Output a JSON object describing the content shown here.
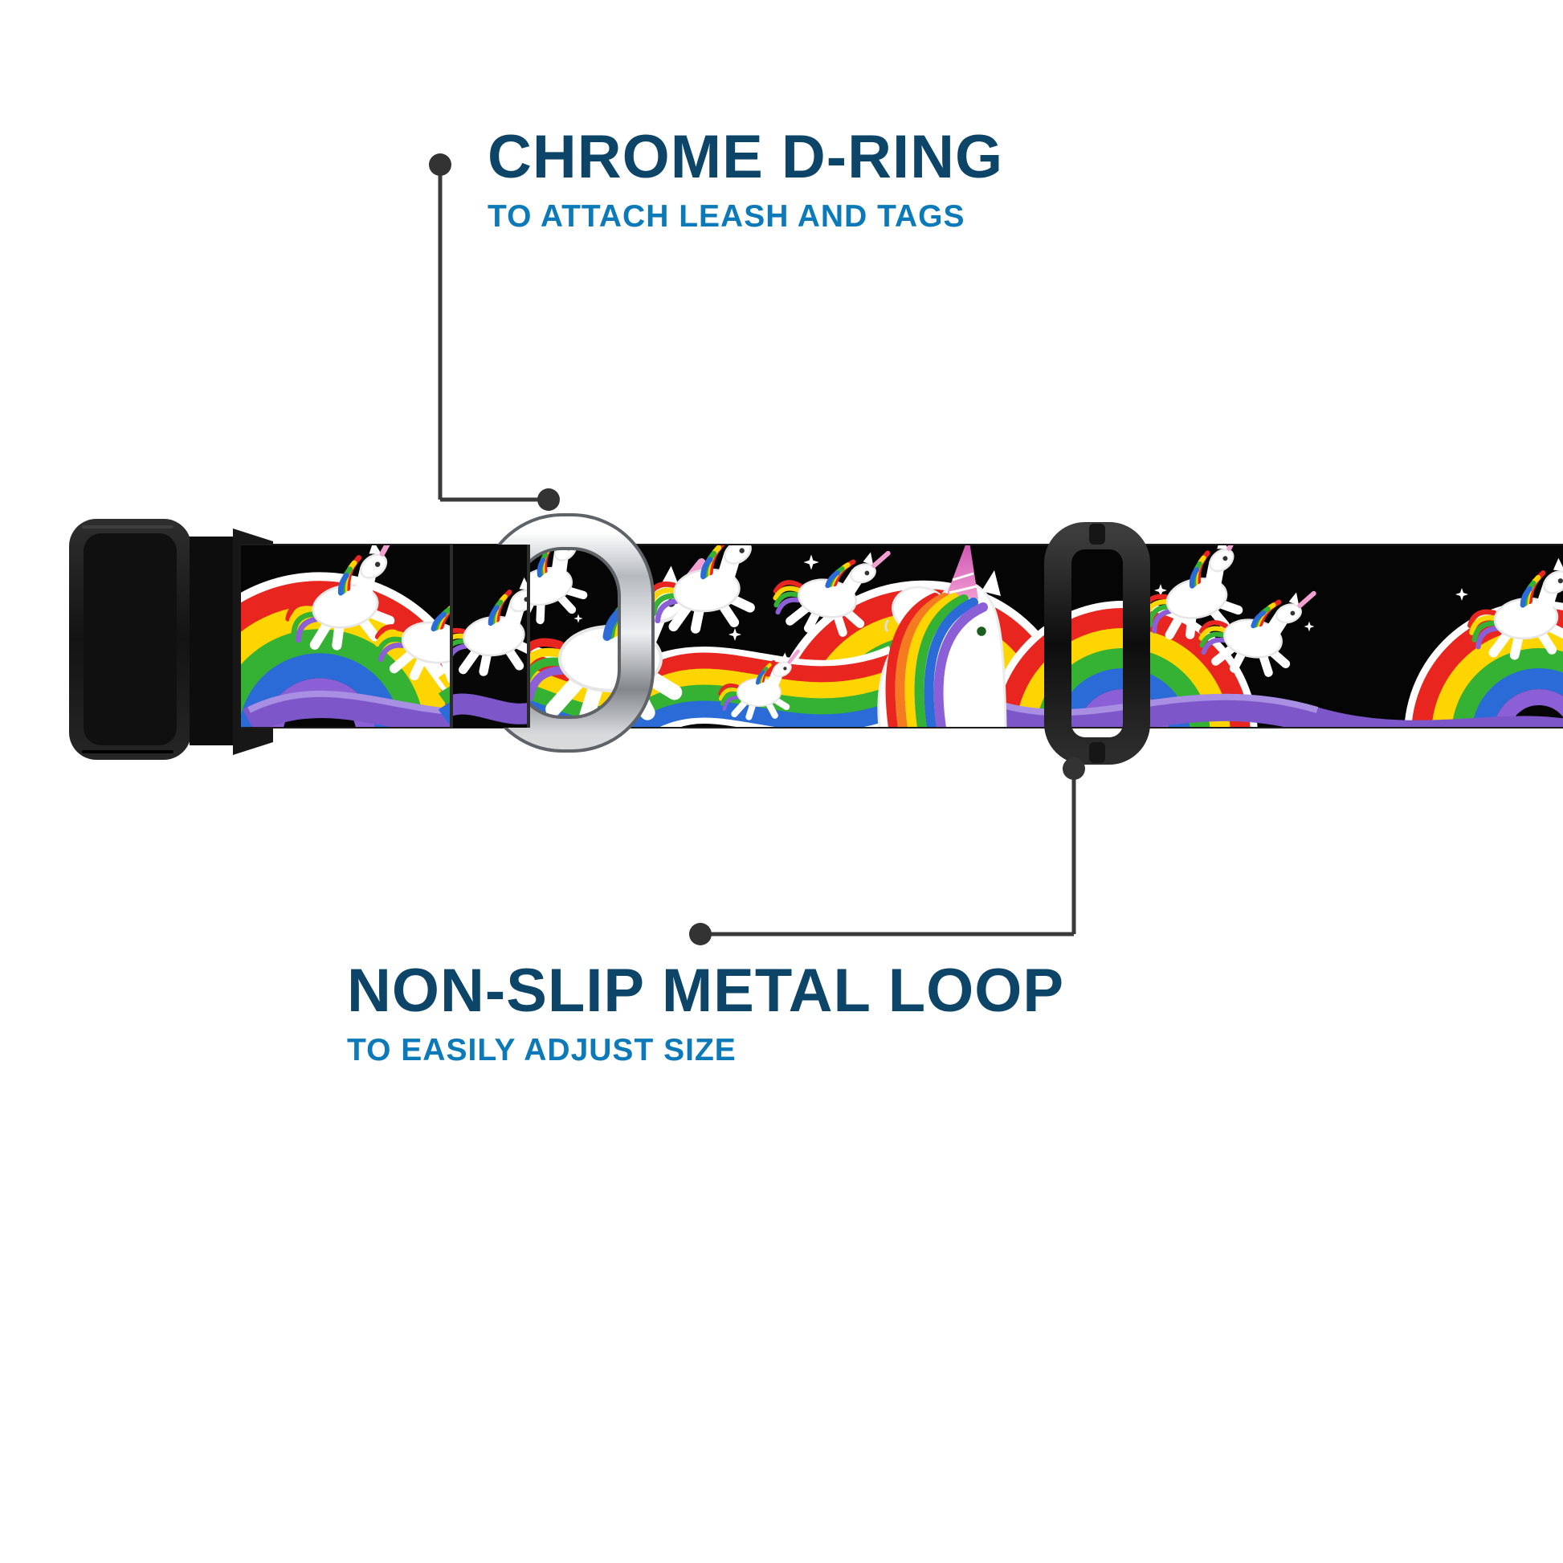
{
  "annotations": {
    "d_ring": {
      "title": "CHROME D-RING",
      "subtitle": "TO ATTACH LEASH AND TAGS"
    },
    "metal_loop": {
      "title": "NON-SLIP METAL LOOP",
      "subtitle": "TO EASILY ADJUST SIZE"
    }
  },
  "colors": {
    "title_navy": "#0d4569",
    "subtitle_blue": "#0c7ab8",
    "callout_line": "#3a3a3a",
    "strap_background": "#000000",
    "buckle_black": "#1a1a1a",
    "chrome_silver": "#c9cdd1",
    "rainbow_red": "#e8251f",
    "rainbow_orange": "#f47b20",
    "rainbow_yellow": "#ffd500",
    "rainbow_green": "#35b234",
    "rainbow_blue": "#2a6bd8",
    "rainbow_purple": "#8b5fd6"
  }
}
